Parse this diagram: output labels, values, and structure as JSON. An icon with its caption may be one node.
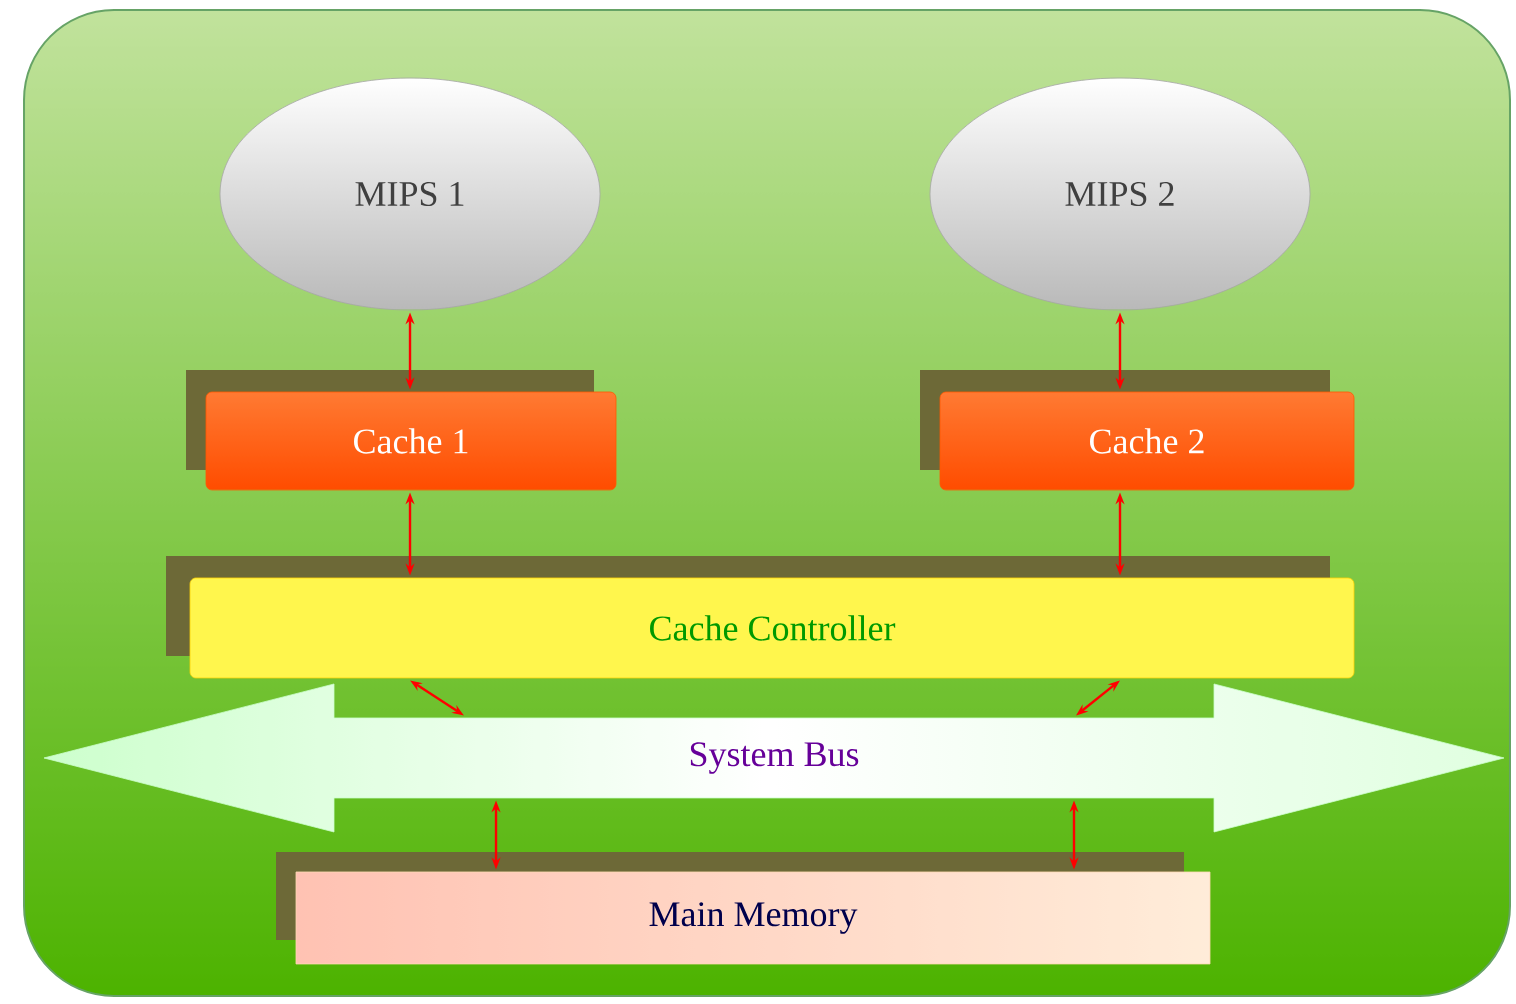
{
  "diagram": {
    "nodes": [
      {
        "text": [
          "MIPS 1"
        ]
      },
      {
        "text": [
          "MIPS 2"
        ]
      },
      {
        "text": [
          "Cache 1"
        ]
      },
      {
        "text": [
          "Cache 2"
        ]
      },
      {
        "text": [
          "Cache Controller"
        ]
      },
      {
        "text": [
          "System Bus"
        ]
      },
      {
        "text": [
          "Main Memory"
        ]
      }
    ],
    "edges": [
      {
        "from": 0,
        "to": 2,
        "arrow": "both"
      },
      {
        "from": 1,
        "to": 3,
        "arrow": "both"
      },
      {
        "from": 2,
        "to": 4,
        "arrow": "both"
      },
      {
        "from": 3,
        "to": 4,
        "arrow": "both"
      },
      {
        "from": 4,
        "to": 5,
        "arrow": "both"
      },
      {
        "from": 4,
        "to": 5,
        "arrow": "both"
      },
      {
        "from": 5,
        "to": 6,
        "arrow": "both"
      },
      {
        "from": 5,
        "to": 6,
        "arrow": "both"
      }
    ]
  }
}
